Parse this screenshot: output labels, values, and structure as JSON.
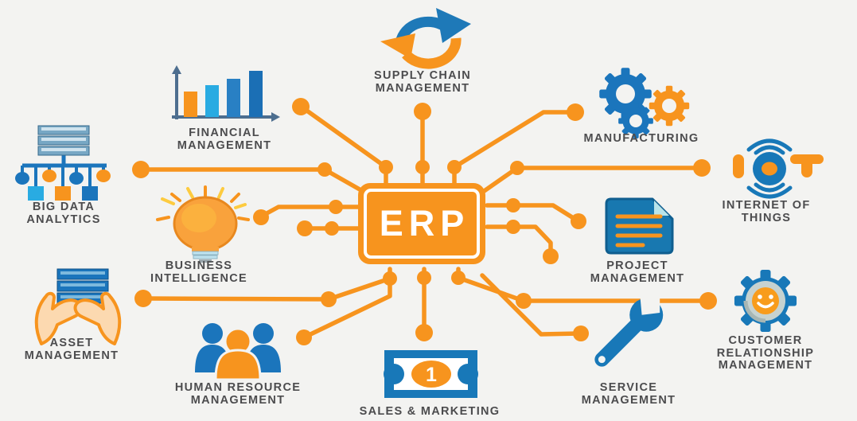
{
  "title": "ERP modules diagram",
  "center": {
    "label": "ERP"
  },
  "colors": {
    "orange": "#F7941E",
    "blue": "#1B75BC",
    "light_blue": "#29ABE2",
    "label_text": "#4C4C4E",
    "background": "#F3F3F1"
  },
  "modules": {
    "supply_chain": {
      "lines": [
        "SUPPLY CHAIN",
        "MANAGEMENT"
      ]
    },
    "financial": {
      "lines": [
        "FINANCIAL",
        "MANAGEMENT"
      ]
    },
    "manufacturing": {
      "lines": [
        "MANUFACTURING"
      ]
    },
    "big_data": {
      "lines": [
        "BIG DATA",
        "ANALYTICS"
      ]
    },
    "business_intelligence": {
      "lines": [
        "BUSINESS",
        "INTELLIGENCE"
      ]
    },
    "asset": {
      "lines": [
        "ASSET",
        "MANAGEMENT"
      ]
    },
    "hrm": {
      "lines": [
        "HUMAN RESOURCE",
        "MANAGEMENT"
      ]
    },
    "sales": {
      "lines": [
        "SALES & MARKETING"
      ]
    },
    "service": {
      "lines": [
        "SERVICE",
        "MANAGEMENT"
      ]
    },
    "crm": {
      "lines": [
        "CUSTOMER",
        "RELATIONSHIP",
        "MANAGEMENT"
      ]
    },
    "iot": {
      "lines": [
        "INTERNET OF",
        "THINGS"
      ],
      "logo_i": "I",
      "logo_t": "T"
    },
    "project": {
      "lines": [
        "PROJECT",
        "MANAGEMENT"
      ]
    }
  },
  "icons": {
    "sales_banknote_value": "1"
  }
}
